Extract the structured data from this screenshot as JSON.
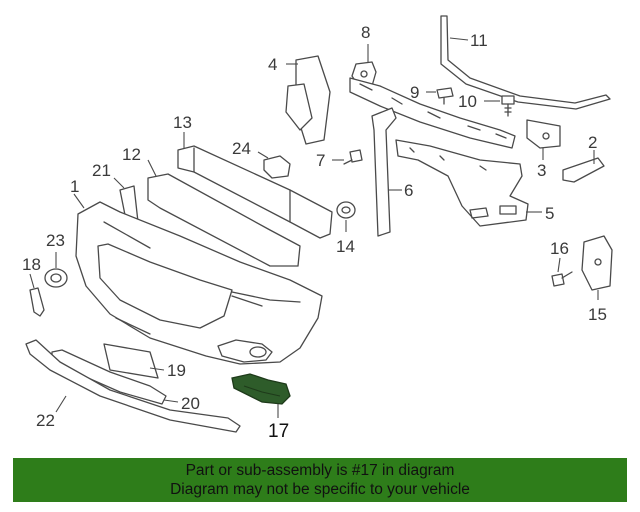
{
  "callouts": {
    "c1": "1",
    "c2": "2",
    "c3": "3",
    "c4": "4",
    "c5": "5",
    "c6": "6",
    "c7": "7",
    "c8": "8",
    "c9": "9",
    "c10": "10",
    "c11": "11",
    "c12": "12",
    "c13": "13",
    "c14": "14",
    "c15": "15",
    "c16": "16",
    "c17": "17",
    "c18": "18",
    "c19": "19",
    "c20": "20",
    "c21": "21",
    "c22": "22",
    "c23": "23",
    "c24": "24"
  },
  "highlight": {
    "part_number": "17",
    "color": "#2e5c2a"
  },
  "footer": {
    "line1": "Part or sub-assembly is #17 in diagram",
    "line2": "Diagram may not be specific to your vehicle",
    "background": "#2e7d1a"
  }
}
